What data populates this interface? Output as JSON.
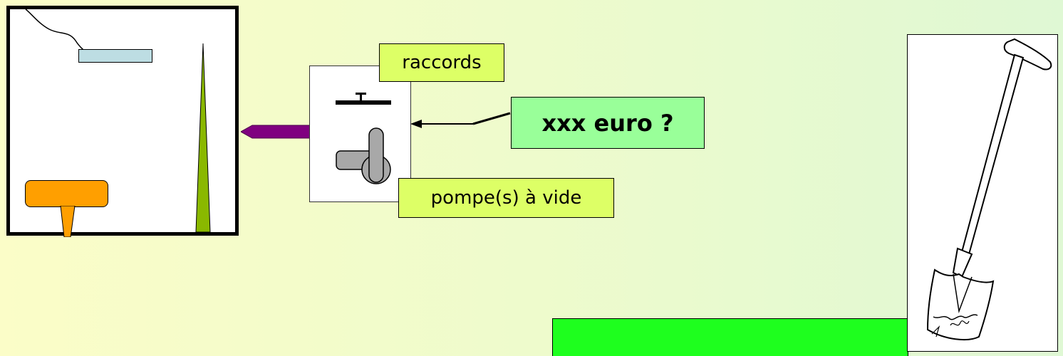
{
  "labels": {
    "raccords": "raccords",
    "pompe": "pompe(s) à vide",
    "price": "xxx euro ?"
  },
  "colors": {
    "background_left": "#fbfdc8",
    "background_right": "#dff8d4",
    "label_fill": "#ddff66",
    "price_fill": "#99ff99",
    "ground_bar": "#1eff1e",
    "pipe": "#800080",
    "orange_pad": "#ff9f00",
    "blue_bar": "#bddde3",
    "spike": "#8ab800"
  },
  "icons": {
    "pump": "vacuum-pump-icon",
    "shovel": "shovel-icon"
  }
}
